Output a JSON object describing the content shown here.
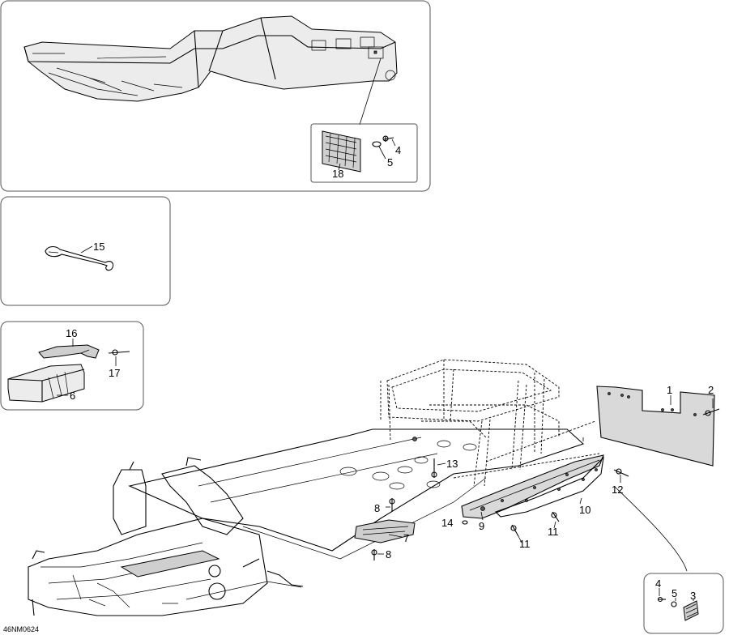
{
  "diagram": {
    "code": "46NM0624",
    "callouts": {
      "c1": "1",
      "c2": "2",
      "c3": "3",
      "c4a": "4",
      "c4b": "4",
      "c5a": "5",
      "c5b": "5",
      "c6": "6",
      "c7": "7",
      "c8a": "8",
      "c8b": "8",
      "c9": "9",
      "c10": "10",
      "c11a": "11",
      "c11b": "11",
      "c12": "12",
      "c13": "13",
      "c14": "14",
      "c15": "15",
      "c16": "16",
      "c17": "17",
      "c18": "18"
    }
  }
}
